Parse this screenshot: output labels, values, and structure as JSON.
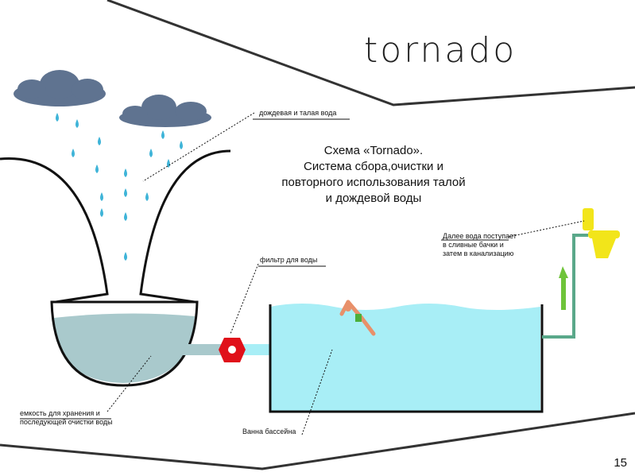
{
  "logo": "tornado",
  "title": {
    "lines": [
      "Схема «Tornado».",
      "Система сбора,очистки и",
      "повторного использования талой",
      "и дождевой воды"
    ]
  },
  "labels": {
    "rain": "дождевая и талая вода",
    "filter": "фильтр для воды",
    "tank": [
      "емкость для хранения и",
      "последующей очистки воды"
    ],
    "pool": "Ванна бассейна",
    "toilet": [
      "Далее вода поступает",
      "в сливные бачки и",
      "затем в канализацию"
    ]
  },
  "page_number": "15",
  "colors": {
    "cloud": "#5f7390",
    "drop": "#3fb4d8",
    "pool": "#a8eef6",
    "tank": "#a9c9cc",
    "filter": "#e0101a",
    "toilet": "#f2e51a",
    "arrow": "#6fc43a"
  }
}
